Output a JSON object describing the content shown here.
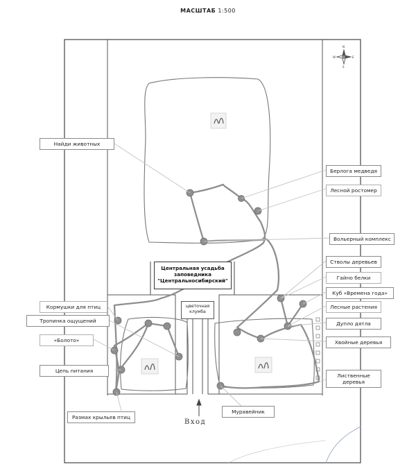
{
  "scale": {
    "label": "МАСШТАБ",
    "value": "1:500"
  },
  "estate": {
    "line1": "Центральная усадьба",
    "line2": "заповедника",
    "line3": "\"Центральносибирский\""
  },
  "flowerbed": {
    "line1": "цветочная",
    "line2": "клумба"
  },
  "entrance": "Вход",
  "compass": {
    "n": "N",
    "s": "S",
    "e": "E",
    "w": "W"
  },
  "labels": {
    "find_animals": "Найди животных",
    "bear_den": "Берлога медведя",
    "forest_height": "Лесной ростомер",
    "enclosure": "Вольерный комплекс",
    "tree_trunks": "Стволы деревьев",
    "squirrel_nest": "Гайно белки",
    "seasons_cube": "Куб «Времена года»",
    "forest_plants": "Лесные растения",
    "woodpecker_hollow": "Дупло дятла",
    "conifers": "Хвойные деревья",
    "deciduous_1": "Лиственные",
    "deciduous_2": "деревья",
    "anthill": "Муравейник",
    "wingspan": "Размах крыльев птиц",
    "food_chain": "Цепь питания",
    "swamp": "«Болото»",
    "sense_path": "Тропинка ощущений",
    "bird_feeders": "Кормушки для птиц"
  },
  "colors": {
    "route": "#8e8e8e",
    "station": "#909090",
    "outline": "#444444",
    "wall": "#555555"
  }
}
